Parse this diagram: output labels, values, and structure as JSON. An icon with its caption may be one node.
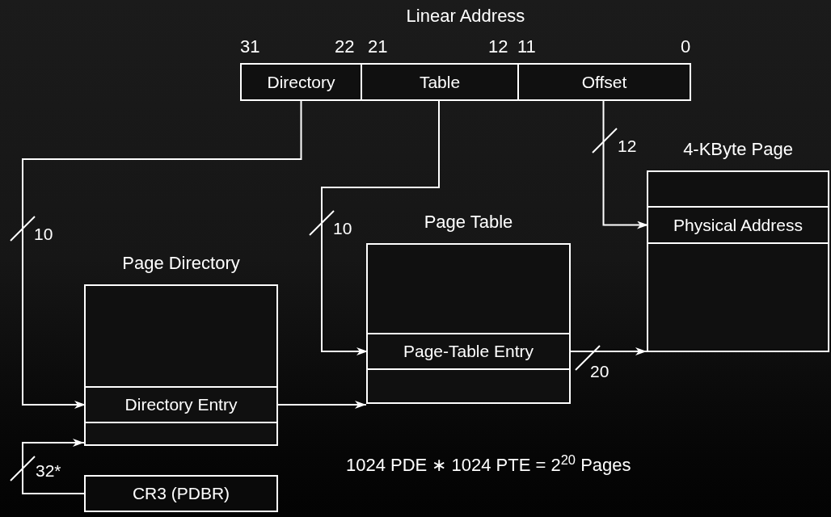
{
  "diagram": {
    "nodes": [
      {
        "text": [
          "Linear Address"
        ]
      },
      {
        "text": [
          "Directory"
        ],
        "in": 0
      },
      {
        "text": [
          "Table"
        ],
        "in": 0
      },
      {
        "text": [
          "Offset"
        ],
        "in": 0
      },
      {
        "text": [
          "Page Directory"
        ]
      },
      {
        "text": [
          "Directory Entry"
        ],
        "in": 4
      },
      {
        "text": [
          "Page Table"
        ]
      },
      {
        "text": [
          "Page-Table Entry"
        ],
        "in": 6
      },
      {
        "text": [
          "4-KByte Page"
        ]
      },
      {
        "text": [
          "Physical Address"
        ],
        "in": 8
      },
      {
        "text": [
          "CR3 (PDBR)"
        ]
      }
    ],
    "edges": [
      {
        "from": 1,
        "to": 5,
        "arrow": "to",
        "label": "10"
      },
      {
        "from": 2,
        "to": 7,
        "arrow": "to",
        "label": "10"
      },
      {
        "from": 3,
        "to": 9,
        "arrow": "to",
        "label": "12"
      },
      {
        "from": 5,
        "to": 6,
        "arrow": "to"
      },
      {
        "from": 7,
        "to": 8,
        "arrow": "to",
        "label": "20"
      },
      {
        "from": 10,
        "to": 4,
        "arrow": "to",
        "label": "32*"
      }
    ],
    "labels": [
      "31",
      "22",
      "21",
      "12",
      "11",
      "0",
      "1024 PDE ∗ 1024 PTE = 2$^{20}$ Pages"
    ]
  }
}
